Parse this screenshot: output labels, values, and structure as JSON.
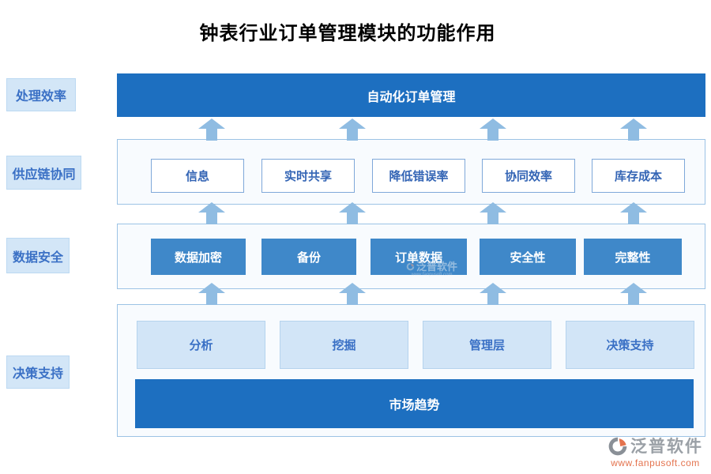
{
  "title": "钟表行业订单管理模块的功能作用",
  "sidebar": {
    "labels": [
      "处理效率",
      "供应链协同",
      "数据安全",
      "决策支持"
    ]
  },
  "diagram": {
    "top_bar": "自动化订单管理",
    "supply_row": {
      "items": [
        "信息",
        "实时共享",
        "降低错误率",
        "协同效率",
        "库存成本"
      ]
    },
    "security_row": {
      "items": [
        "数据加密",
        "备份",
        "订单数据",
        "安全性",
        "完整性"
      ]
    },
    "decision_row": {
      "items": [
        "分析",
        "挖掘",
        "管理层",
        "决策支持"
      ],
      "bar": "市场趋势"
    }
  },
  "watermark": {
    "brand": "泛普软件",
    "url": "www.fanpusoft.com"
  },
  "logo": {
    "brand": "泛普软件",
    "url": "www.fanpusoft.com"
  },
  "colors": {
    "primary_bar": "#1d6fc0",
    "mid_blue_box": "#3f88c9",
    "light_box_bg": "#d2e5f7",
    "panel_bg": "#f8fbfe",
    "panel_border": "#9cc3e5",
    "arrow": "#8fbce2",
    "blue_text": "#3a70c5",
    "logo_url_color": "#e4734e"
  }
}
